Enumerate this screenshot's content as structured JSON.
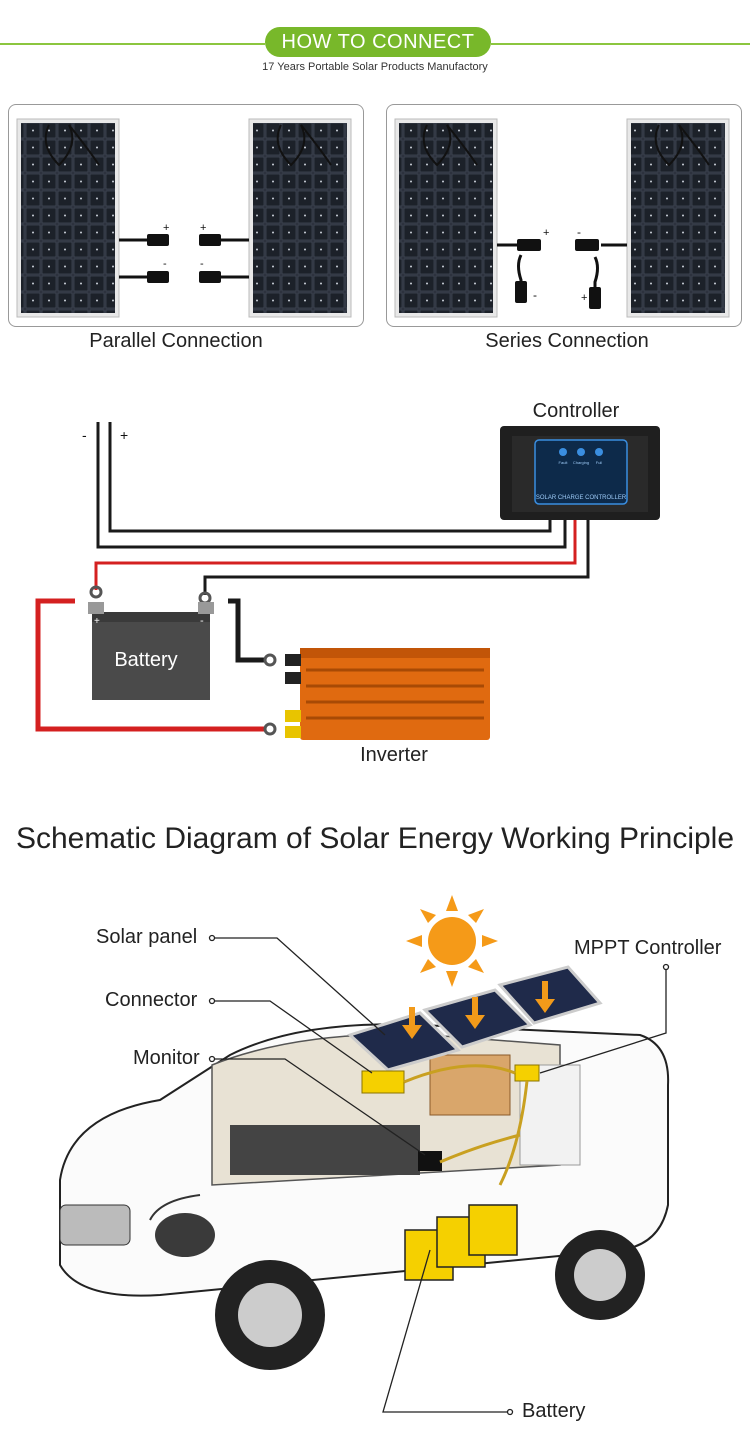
{
  "header": {
    "title": "HOW TO CONNECT",
    "subtitle": "17 Years Portable Solar Products Manufactory",
    "accent": "#78b82a"
  },
  "connections": [
    {
      "caption": "Parallel Connection"
    },
    {
      "caption": "Series Connection"
    }
  ],
  "polarity": {
    "minus": "-",
    "plus": "+"
  },
  "wiring": {
    "controller_label": "Controller",
    "controller_text": "SOLAR CHARGE CONTROLLER",
    "controller_leds": [
      "Fault",
      "Charging",
      "Full"
    ],
    "battery_label": "Battery",
    "inverter_label": "Inverter",
    "wire_colors": {
      "positive": "#d42020",
      "negative": "#1a1a1a"
    }
  },
  "schematic": {
    "title": "Schematic Diagram of Solar Energy Working Principle",
    "labels": {
      "solar_panel": "Solar panel",
      "connector": "Connector",
      "monitor": "Monitor",
      "mppt": "MPPT Controller",
      "battery": "Battery"
    }
  }
}
